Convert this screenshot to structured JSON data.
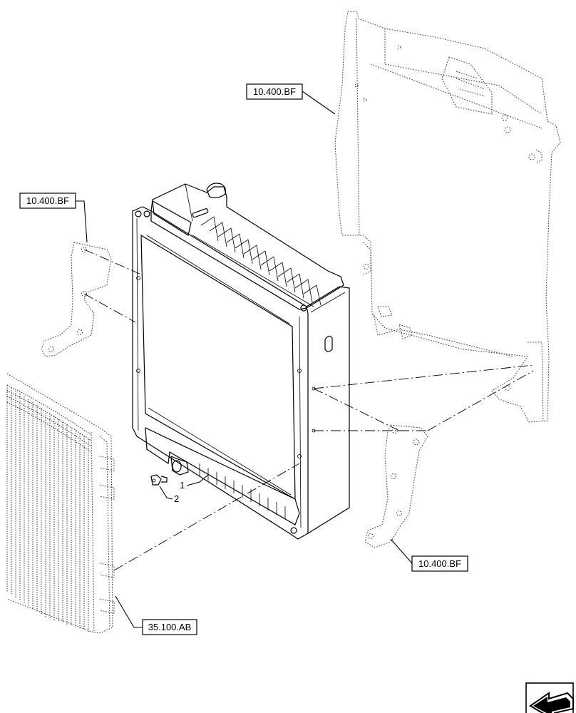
{
  "references": {
    "top_right": "10.400.BF",
    "left": "10.400.BF",
    "bottom_right": "10.400.BF",
    "bottom_left": "35.100.AB"
  },
  "item_numbers": {
    "item1": "1",
    "item2": "2"
  },
  "nav_icon": "back-arrow-icon"
}
